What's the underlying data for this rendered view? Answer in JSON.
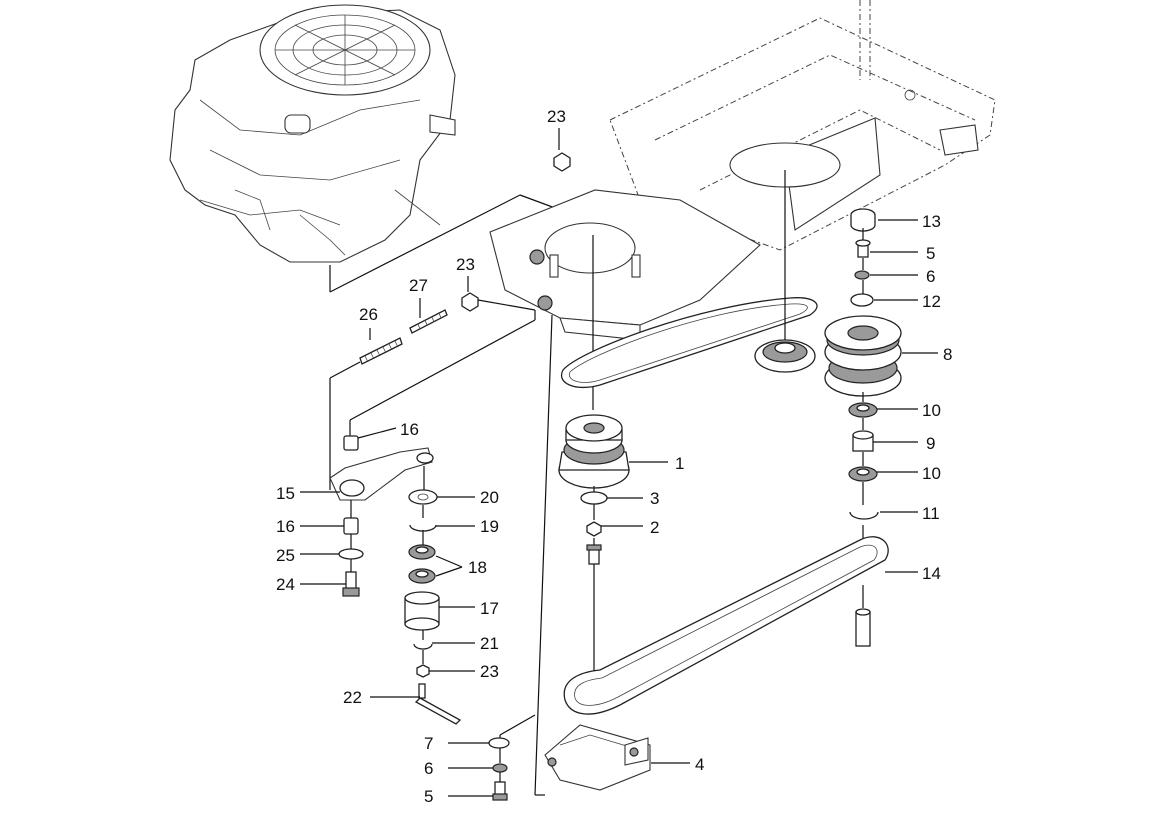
{
  "callouts": [
    {
      "num": "23"
    },
    {
      "num": "13"
    },
    {
      "num": "5"
    },
    {
      "num": "6"
    },
    {
      "num": "12"
    },
    {
      "num": "8"
    },
    {
      "num": "23"
    },
    {
      "num": "27"
    },
    {
      "num": "26"
    },
    {
      "num": "10"
    },
    {
      "num": "9"
    },
    {
      "num": "10"
    },
    {
      "num": "16"
    },
    {
      "num": "1"
    },
    {
      "num": "11"
    },
    {
      "num": "15"
    },
    {
      "num": "20"
    },
    {
      "num": "3"
    },
    {
      "num": "16"
    },
    {
      "num": "19"
    },
    {
      "num": "2"
    },
    {
      "num": "25"
    },
    {
      "num": "18"
    },
    {
      "num": "14"
    },
    {
      "num": "24"
    },
    {
      "num": "17"
    },
    {
      "num": "21"
    },
    {
      "num": "23"
    },
    {
      "num": "22"
    },
    {
      "num": "7"
    },
    {
      "num": "4"
    },
    {
      "num": "6"
    },
    {
      "num": "5"
    }
  ]
}
